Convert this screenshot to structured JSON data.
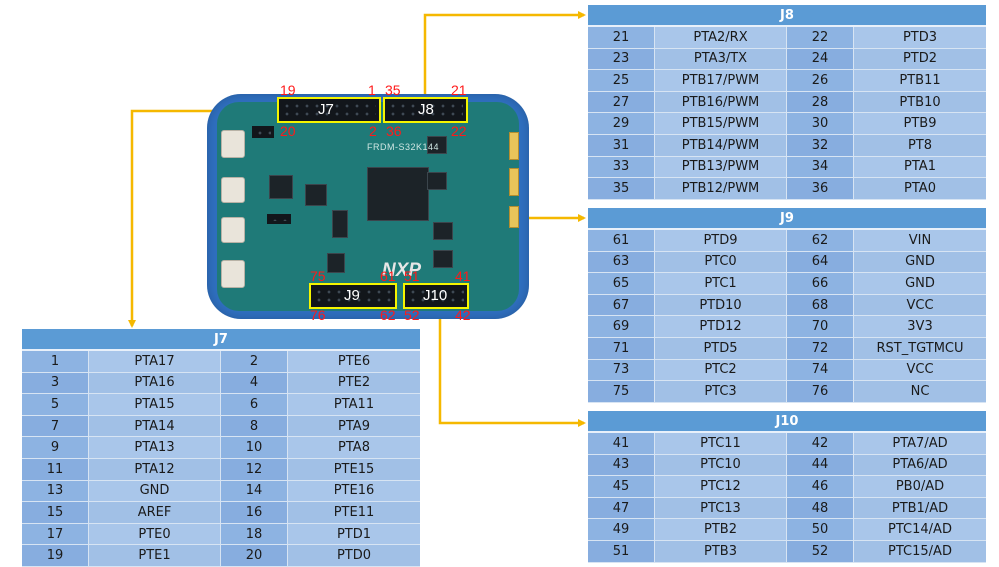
{
  "board": {
    "silkscreen": "FRDM-S32K144",
    "logo": "NXP"
  },
  "colors": {
    "header_fill": "#5b9bd5",
    "cell_light": "#a9c6ea",
    "cell_dark": "#8db3e2",
    "arrow": "#f5b800",
    "highlight_box": "#f5f500",
    "pin_number": "#ff1a1a"
  },
  "connectors": {
    "J7": {
      "label": "J7",
      "corner_pins": {
        "top_left": "19",
        "top_right": "1",
        "bottom_left": "20",
        "bottom_right": "2"
      }
    },
    "J8": {
      "label": "J8",
      "corner_pins": {
        "top_left": "35",
        "top_right": "21",
        "bottom_left": "36",
        "bottom_right": "22"
      }
    },
    "J9": {
      "label": "J9",
      "corner_pins": {
        "top_left": "75",
        "top_right": "61",
        "bottom_left": "76",
        "bottom_right": "62"
      }
    },
    "J10": {
      "label": "J10",
      "corner_pins": {
        "top_left": "51",
        "top_right": "41",
        "bottom_left": "52",
        "bottom_right": "42"
      }
    }
  },
  "tables": {
    "J8": {
      "title": "J8",
      "rows": [
        [
          "21",
          "PTA2/RX",
          "22",
          "PTD3"
        ],
        [
          "23",
          "PTA3/TX",
          "24",
          "PTD2"
        ],
        [
          "25",
          "PTB17/PWM",
          "26",
          "PTB11"
        ],
        [
          "27",
          "PTB16/PWM",
          "28",
          "PTB10"
        ],
        [
          "29",
          "PTB15/PWM",
          "30",
          "PTB9"
        ],
        [
          "31",
          "PTB14/PWM",
          "32",
          "PT8"
        ],
        [
          "33",
          "PTB13/PWM",
          "34",
          "PTA1"
        ],
        [
          "35",
          "PTB12/PWM",
          "36",
          "PTA0"
        ]
      ]
    },
    "J9": {
      "title": "J9",
      "rows": [
        [
          "61",
          "PTD9",
          "62",
          "VIN"
        ],
        [
          "63",
          "PTC0",
          "64",
          "GND"
        ],
        [
          "65",
          "PTC1",
          "66",
          "GND"
        ],
        [
          "67",
          "PTD10",
          "68",
          "VCC"
        ],
        [
          "69",
          "PTD12",
          "70",
          "3V3"
        ],
        [
          "71",
          "PTD5",
          "72",
          "RST_TGTMCU"
        ],
        [
          "73",
          "PTC2",
          "74",
          "VCC"
        ],
        [
          "75",
          "PTC3",
          "76",
          "NC"
        ]
      ]
    },
    "J10": {
      "title": "J10",
      "rows": [
        [
          "41",
          "PTC11",
          "42",
          "PTA7/AD"
        ],
        [
          "43",
          "PTC10",
          "44",
          "PTA6/AD"
        ],
        [
          "45",
          "PTC12",
          "46",
          "PB0/AD"
        ],
        [
          "47",
          "PTC13",
          "48",
          "PTB1/AD"
        ],
        [
          "49",
          "PTB2",
          "50",
          "PTC14/AD"
        ],
        [
          "51",
          "PTB3",
          "52",
          "PTC15/AD"
        ]
      ]
    },
    "J7": {
      "title": "J7",
      "rows": [
        [
          "1",
          "PTA17",
          "2",
          "PTE6"
        ],
        [
          "3",
          "PTA16",
          "4",
          "PTE2"
        ],
        [
          "5",
          "PTA15",
          "6",
          "PTA11"
        ],
        [
          "7",
          "PTA14",
          "8",
          "PTA9"
        ],
        [
          "9",
          "PTA13",
          "10",
          "PTA8"
        ],
        [
          "11",
          "PTA12",
          "12",
          "PTE15"
        ],
        [
          "13",
          "GND",
          "14",
          "PTE16"
        ],
        [
          "15",
          "AREF",
          "16",
          "PTE11"
        ],
        [
          "17",
          "PTE0",
          "18",
          "PTD1"
        ],
        [
          "19",
          "PTE1",
          "20",
          "PTD0"
        ]
      ]
    }
  }
}
